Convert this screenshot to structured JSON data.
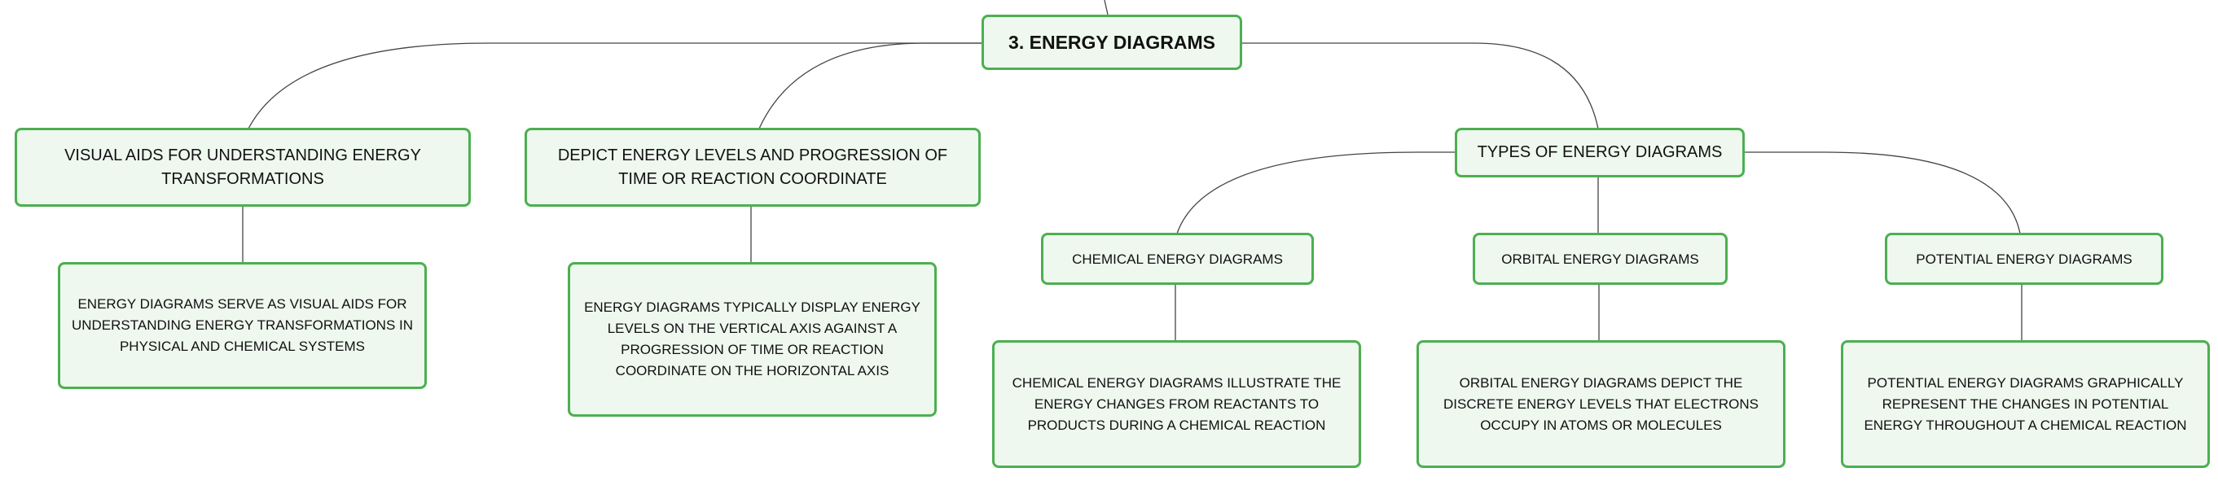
{
  "mindmap": {
    "root": {
      "label": "3. ENERGY DIAGRAMS"
    },
    "branches": [
      {
        "label": "VISUAL AIDS FOR UNDERSTANDING ENERGY TRANSFORMATIONS",
        "detail": "ENERGY DIAGRAMS SERVE AS VISUAL AIDS FOR UNDERSTANDING ENERGY TRANSFORMATIONS IN PHYSICAL AND CHEMICAL SYSTEMS"
      },
      {
        "label": "DEPICT ENERGY LEVELS AND PROGRESSION OF TIME OR REACTION COORDINATE",
        "detail": "ENERGY DIAGRAMS TYPICALLY DISPLAY ENERGY LEVELS ON THE VERTICAL AXIS AGAINST A PROGRESSION OF TIME OR REACTION COORDINATE ON THE HORIZONTAL AXIS"
      },
      {
        "label": "TYPES OF ENERGY DIAGRAMS",
        "children": [
          {
            "label": "CHEMICAL ENERGY DIAGRAMS",
            "detail": "CHEMICAL ENERGY DIAGRAMS ILLUSTRATE THE ENERGY CHANGES FROM REACTANTS TO PRODUCTS DURING A CHEMICAL REACTION"
          },
          {
            "label": "ORBITAL ENERGY DIAGRAMS",
            "detail": "ORBITAL ENERGY DIAGRAMS DEPICT THE DISCRETE ENERGY LEVELS THAT ELECTRONS OCCUPY IN ATOMS OR MOLECULES"
          },
          {
            "label": "POTENTIAL ENERGY DIAGRAMS",
            "detail": "POTENTIAL ENERGY DIAGRAMS GRAPHICALLY REPRESENT THE CHANGES IN POTENTIAL ENERGY THROUGHOUT A CHEMICAL REACTION"
          }
        ]
      }
    ]
  }
}
